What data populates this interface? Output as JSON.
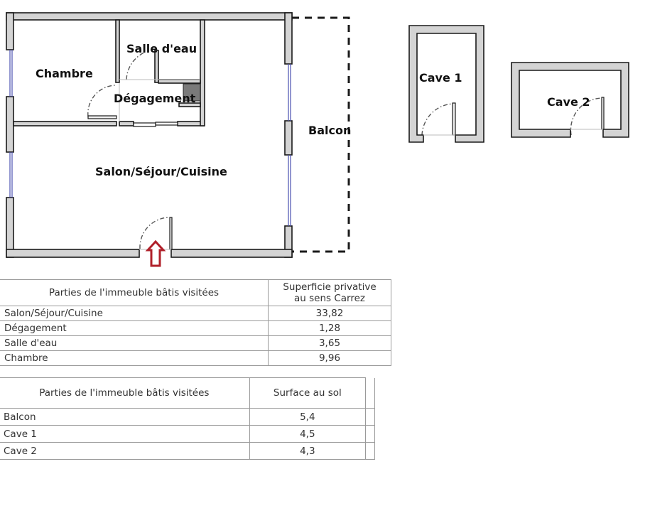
{
  "plan": {
    "rooms": {
      "chambre": "Chambre",
      "salle_deau": "Salle d'eau",
      "degagement": "Dégagement",
      "salon": "Salon/Séjour/Cuisine",
      "balcon": "Balcon",
      "cave1": "Cave 1",
      "cave2": "Cave 2"
    },
    "colors": {
      "wall_fill": "#d4d4d4",
      "wall_stroke": "#1a1a1a",
      "window": "#4a4fb0",
      "entrance_arrow": "#b0202a",
      "duct": "#7a7a7a"
    }
  },
  "table_carrez": {
    "headers": {
      "col1": "Parties de l'immeuble bâtis visitées",
      "col2_line1": "Superficie privative",
      "col2_line2": "au sens Carrez"
    },
    "rows": [
      {
        "name": "Salon/Séjour/Cuisine",
        "value": "33,82"
      },
      {
        "name": "Dégagement",
        "value": "1,28"
      },
      {
        "name": "Salle d'eau",
        "value": "3,65"
      },
      {
        "name": "Chambre",
        "value": "9,96"
      }
    ]
  },
  "table_sol": {
    "headers": {
      "col1": "Parties de l'immeuble bâtis visitées",
      "col2": "Surface au sol"
    },
    "rows": [
      {
        "name": "Balcon",
        "value": "5,4"
      },
      {
        "name": "Cave 1",
        "value": "4,5"
      },
      {
        "name": "Cave 2",
        "value": "4,3"
      }
    ]
  }
}
